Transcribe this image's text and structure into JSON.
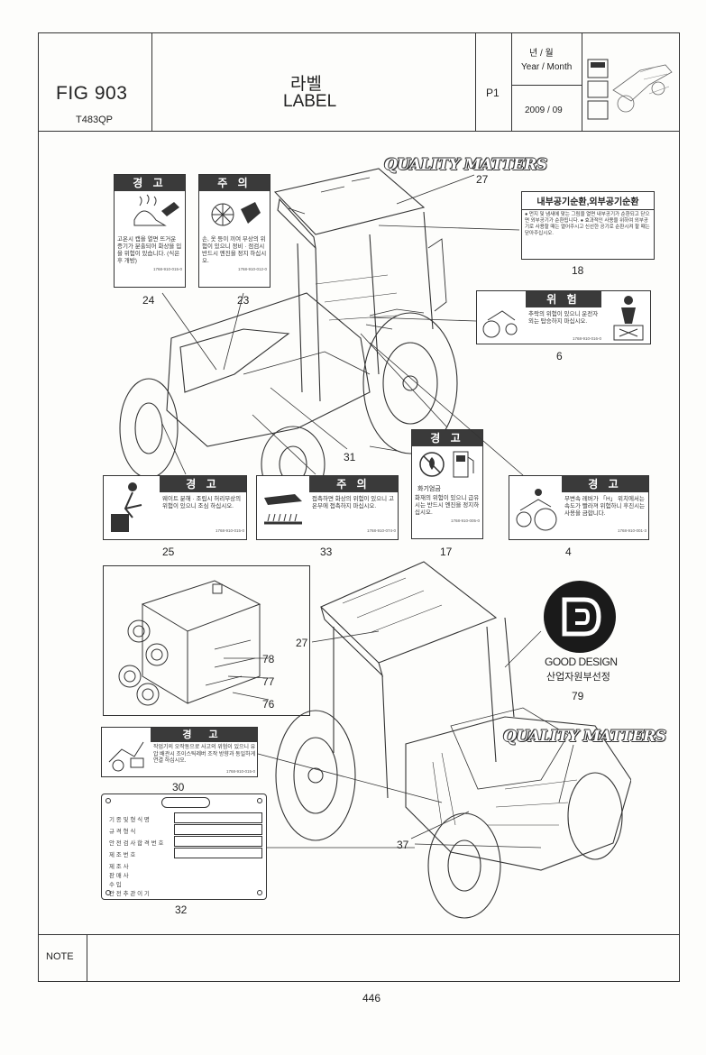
{
  "header": {
    "fig": "FIG 903",
    "model": "T483QP",
    "title_ko": "라벨",
    "title_en": "LABEL",
    "page": "P1",
    "year_month_ko": "년 / 월",
    "year_month_en": "Year / Month",
    "date": "2009  / 09"
  },
  "labels": {
    "l24": {
      "head": "경 고",
      "body": "고온시 캡을 열면 뜨거운 증기가 분출되어 화상을 입을 위험이 있습니다. (식은후 개방)",
      "code": "1768-910-015-0",
      "num": "24"
    },
    "l23": {
      "head": "주 의",
      "body": "손, 옷 등이 끼여 부상의 위험이 있으니 정비 · 점검시 반드시 엔진을 정지 하십시오.",
      "code": "1768-910-012-0",
      "num": "23"
    },
    "l18": {
      "head": "내부공기순환,외부공기순환",
      "body": "● 먼지 및 냄새에 맞는 그림을 열면 내부공기가 순환되고 닫으면 외부공기가 순환됩니다. ● 효과적인 사용을 위하여 외부공기로 사용할 때는 열어주시고 신선한 공기로 순환시켜 할 때는 닫아주십시오.",
      "num": "18"
    },
    "l6": {
      "head": "위 험",
      "body": "추락의 위험이 있으니 운전자 외는 탑승하지 마십시오.",
      "code": "1768-910-016-0",
      "num": "6"
    },
    "l17": {
      "head": "경 고",
      "caption": "화기엄금",
      "body": "화재의 위험이 있으니 급유시는 반드시 엔진을 정지하십시오.",
      "code": "1768-910-005-0",
      "num": "17"
    },
    "l25": {
      "head": "경 고",
      "body": "웨이트 분해 · 조립시 허리부상의 위험이 있으니 조심 하십시오.",
      "code": "1768-910-015-0",
      "num": "25"
    },
    "l33": {
      "head": "주 의",
      "body": "접촉하면 화상의 위험이 있으니 고온부에 접촉하지 마십시오.",
      "code": "1768-910-074-0",
      "num": "33"
    },
    "l4": {
      "head": "경 고",
      "body": "부변속 레버가 「H」 위치에서는 속도가 빨라져 위험하니 후진시는 사용을 금합니다.",
      "code": "1768-910-001-3",
      "num": "4"
    },
    "l30": {
      "head": "경 고",
      "body": "작업기의 오작동으로 사고의 위험이 있으니 유압 배관시 조이스틱레버 조작 방향과 동일하게 연결 하십시오.",
      "code": "1768-910-015-0",
      "num": "30"
    },
    "l32": {
      "num": "32",
      "rows": [
        "기 종 및 형 식 명",
        "규 격 형 식",
        "안 전 검 사 합 격 번 호",
        "제 조 번 호",
        "제 조 사",
        "판 매 사",
        "수 입",
        "안 전 추 관 이 기"
      ]
    }
  },
  "callouts": {
    "c27a": "27",
    "c31": "31",
    "c27b": "27",
    "c37": "37",
    "c78": "78",
    "c77": "77",
    "c76": "76",
    "c79": "79"
  },
  "logos": {
    "quality": "QUALITY MATTERS",
    "good_design": "GOOD DESIGN",
    "good_design_sub": "산업자원부선정"
  },
  "footer": {
    "note": "NOTE",
    "page_number": "446"
  }
}
